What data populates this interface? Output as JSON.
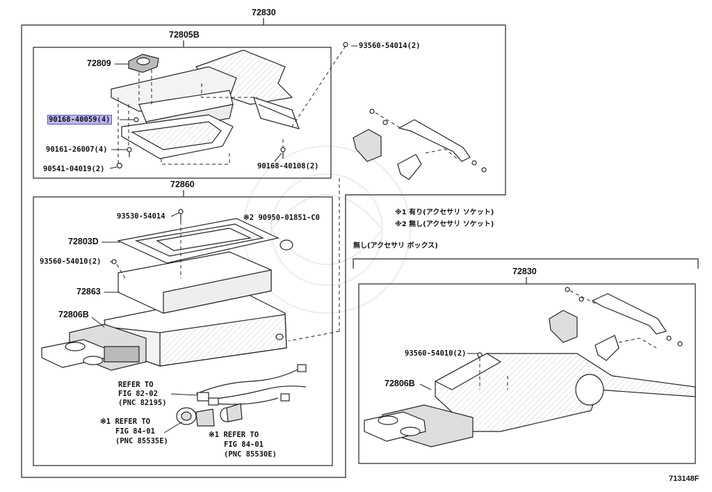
{
  "title_main": "72830",
  "upper_panel": {
    "title": "72805B",
    "labels": {
      "p72809": "72809",
      "p90168_40059": "90168-40059(4)",
      "p90161_26007": "90161-26007(4)",
      "p90541_04019": "90541-04019(2)",
      "p93560_54014": "93560-54014(2)",
      "p90168_40108": "90168-40108(2)"
    }
  },
  "lower_panel": {
    "title": "72860",
    "labels": {
      "p93530_54014": "93530-54014",
      "p90950_01851": "※2 90950-01851-C0",
      "p72803D": "72803D",
      "p93560_54010": "93560-54010(2)",
      "p72863": "72863",
      "p72806B": "72806B",
      "ref1_a": "REFER TO",
      "ref1_b": "FIG 82-02",
      "ref1_c": "(PNC 82195)",
      "ref2_a": "※1 REFER TO",
      "ref2_b": "FIG 84-01",
      "ref2_c": "(PNC 85535E)",
      "ref3_a": "※1 REFER TO",
      "ref3_b": "FIG 84-01",
      "ref3_c": "(PNC 85530E)"
    }
  },
  "notes": {
    "n1": "※1 有り(アクセサリ ソケット)",
    "n2": "※2 無し(アクセサリ ソケット)"
  },
  "variant": {
    "header": "無し(アクセサリ ボックス)",
    "title": "72830",
    "labels": {
      "p93560_54010": "93560-54010(2)",
      "p72806B": "72806B"
    }
  },
  "figure_code": "713148F"
}
